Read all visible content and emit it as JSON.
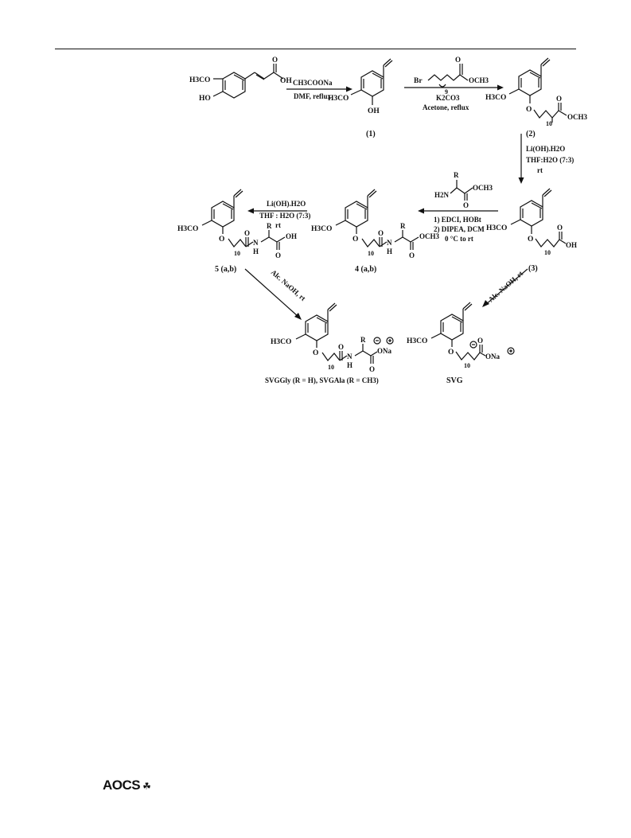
{
  "scheme": {
    "step1": {
      "reagent": "CH3COONa",
      "conditions": "DMF, reflux"
    },
    "step2": {
      "reagent_sub": "9",
      "reagent_prefix": "Br",
      "reagent_ester": "OCH3",
      "base": "K2CO3",
      "conditions": "Acetone, reflux"
    },
    "step3": {
      "reagent": "Li(OH).H2O",
      "solvent": "THF:H2O (7:3)",
      "temp": "rt"
    },
    "step4": {
      "amine_r": "R",
      "amine_h2n": "H2N",
      "amine_ester": "OCH3",
      "amine_o": "O",
      "cond1": "1) EDCI, HOBt",
      "cond2": "2) DIPEA, DCM",
      "cond3": "0 °C to rt"
    },
    "step5": {
      "reagent": "Li(OH).H2O",
      "solvent": "THF : H2O (7:3)",
      "temp": "rt"
    },
    "step6": {
      "conditions": "Alc. NaOH, rt"
    },
    "step7": {
      "conditions": "Alc. NaOH, rt"
    },
    "compounds": {
      "c1": "(1)",
      "c2": "(2)",
      "c3": "(3)",
      "c4": "4 (a,b)",
      "c5": "5 (a,b)",
      "svg": "SVG",
      "svg_amino": "SVGGly (R = H), SVGAla (R =  CH3)"
    },
    "labels": {
      "h3co": "H3CO",
      "ho": "HO",
      "oh": "OH",
      "och3": "OCH3",
      "n10": "10",
      "o": "O",
      "r": "R",
      "n": "N",
      "h": "H",
      "ona": "ONa",
      "na_o": "ONa"
    }
  },
  "footer": {
    "logo": "AOCS",
    "logo_mark": "☘"
  }
}
